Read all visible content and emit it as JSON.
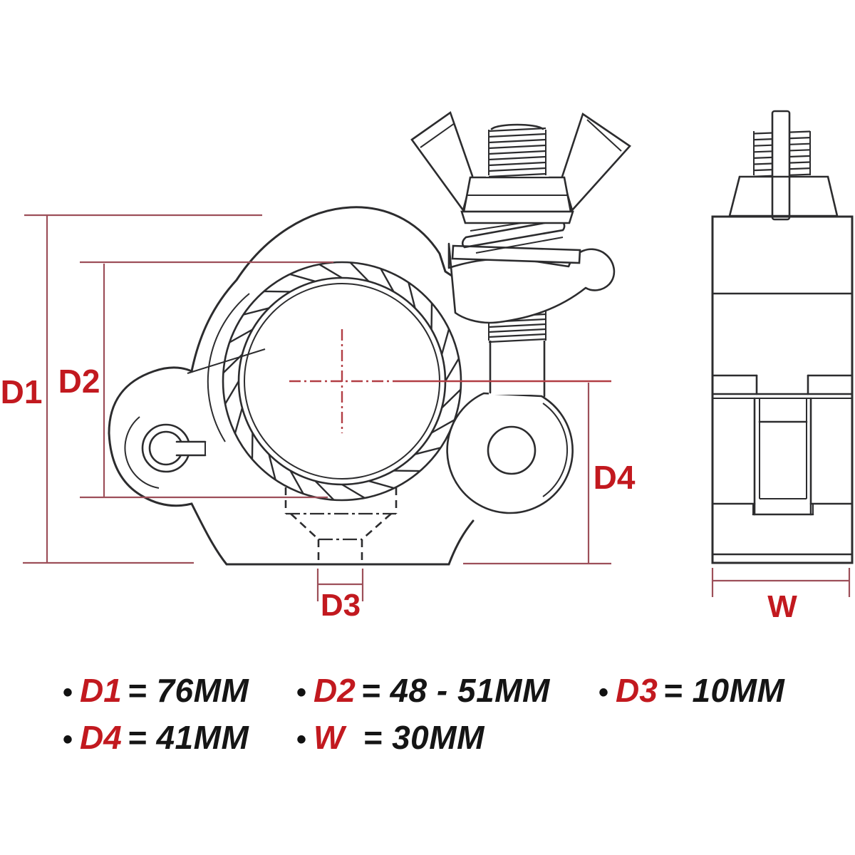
{
  "figure": {
    "dim_labels": {
      "d1": "D1",
      "d2": "D2",
      "d3": "D3",
      "d4": "D4",
      "w": "W"
    }
  },
  "legend": {
    "bullet": "•",
    "rows": [
      {
        "items": [
          {
            "label": "D1",
            "value": "= 76MM"
          },
          {
            "label": "D2",
            "value": "= 48 - 51MM"
          },
          {
            "label": "D3",
            "value": "= 10MM"
          }
        ]
      },
      {
        "items": [
          {
            "label": "D4",
            "value": "= 41MM"
          },
          {
            "label": "W",
            "value": "= 30MM"
          }
        ]
      }
    ]
  },
  "colors": {
    "drawing_line": "#2c2c2e",
    "dimension_line": "#9d4f59",
    "label_red": "#c2191f",
    "centerline_red": "#b23e44",
    "background": "#ffffff",
    "legend_text": "#151515"
  }
}
